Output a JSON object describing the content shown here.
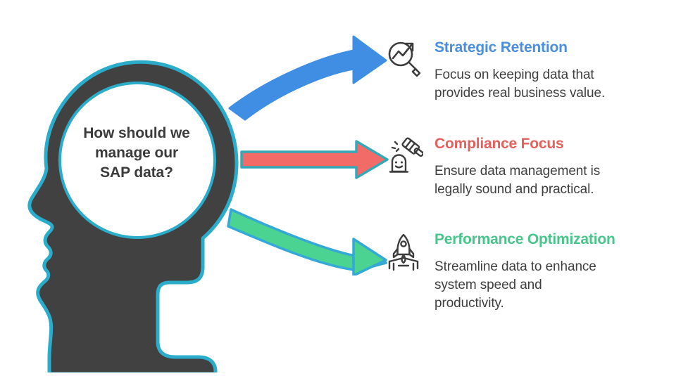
{
  "slide": {
    "background_color": "#ffffff",
    "central_question": "How should we manage our SAP data?",
    "central_question_lines": [
      "How should we",
      "manage our",
      "SAP data?"
    ],
    "central_shape": "head-silhouette-with-thought-bubble",
    "head_fill_color": "#414141",
    "head_outline_color": "#2caccb"
  },
  "branches": [
    {
      "id": "strategic-retention",
      "heading": "Strategic Retention",
      "body": "Focus on keeping data that provides real business value.",
      "body_lines": [
        "Focus on keeping data that",
        "provides real business value."
      ],
      "heading_color": "#4a8ee0",
      "arrow_color": "#3f8ee4",
      "arrow_outline_color": "#2caccb",
      "arrow_shape": "curved-up-right",
      "icon": "magnifier-trend-up-icon"
    },
    {
      "id": "compliance-focus",
      "heading": "Compliance Focus",
      "body": "Ensure data management is legally sound and practical.",
      "body_lines": [
        "Ensure data management is",
        "legally sound and practical."
      ],
      "heading_color": "#e4605c",
      "arrow_color": "#f26b66",
      "arrow_outline_color": "#35a8b8",
      "arrow_shape": "straight-right",
      "icon": "gavel-compliance-icon"
    },
    {
      "id": "performance-optimization",
      "heading": "Performance Optimization",
      "body": "Streamline data to enhance system speed and productivity.",
      "body_lines": [
        "Streamline data to enhance",
        "system speed and",
        "productivity."
      ],
      "heading_color": "#48c58a",
      "arrow_color": "#4bd392",
      "arrow_outline_color": "#35a8d8",
      "arrow_shape": "curved-down-right",
      "icon": "rocket-launch-icon"
    }
  ],
  "icon_stroke_color": "#3d3d3d",
  "body_text_color": "#3f3f3f"
}
